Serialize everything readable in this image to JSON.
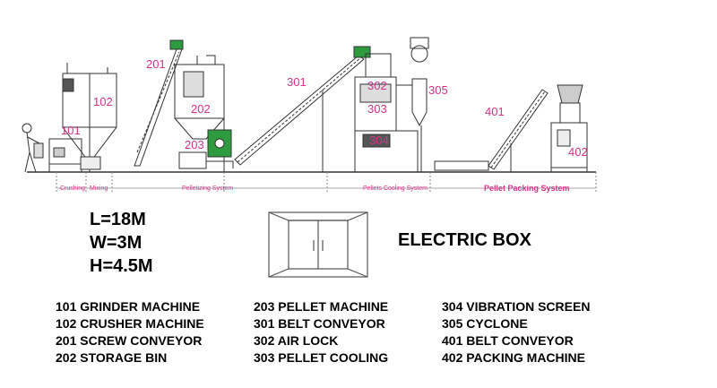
{
  "callouts": {
    "c101": "101",
    "c102": "102",
    "c201": "201",
    "c202": "202",
    "c203": "203",
    "c301": "301",
    "c302": "302",
    "c303": "303",
    "c304": "304",
    "c305": "305",
    "c401": "401",
    "c402": "402"
  },
  "sections": {
    "crushing": "Crushing",
    "mixing": "Mixing",
    "pelletizing": "Pelletizing System",
    "cooling": "Pellets Cooling System",
    "packing": "Pellet Packing System"
  },
  "dimensions": {
    "length": "L=18M",
    "width": "W=3M",
    "height": "H=4.5M"
  },
  "electric_box": {
    "label": "ELECTRIC BOX"
  },
  "legend": {
    "col1": [
      "101 GRINDER MACHINE",
      "102 CRUSHER MACHINE",
      "201 SCREW CONVEYOR",
      "202 STORAGE BIN"
    ],
    "col2": [
      "203 PELLET MACHINE",
      "301 BELT CONVEYOR",
      "302 AIR LOCK",
      "303 PELLET COOLING"
    ],
    "col3": [
      "304 VIBRATION SCREEN",
      "305 CYCLONE",
      "401 BELT CONVEYOR",
      "402 PACKING MACHINE"
    ]
  },
  "colors": {
    "line": "#333333",
    "accent_green": "#2e9b3e",
    "callout": "#d6338a"
  }
}
